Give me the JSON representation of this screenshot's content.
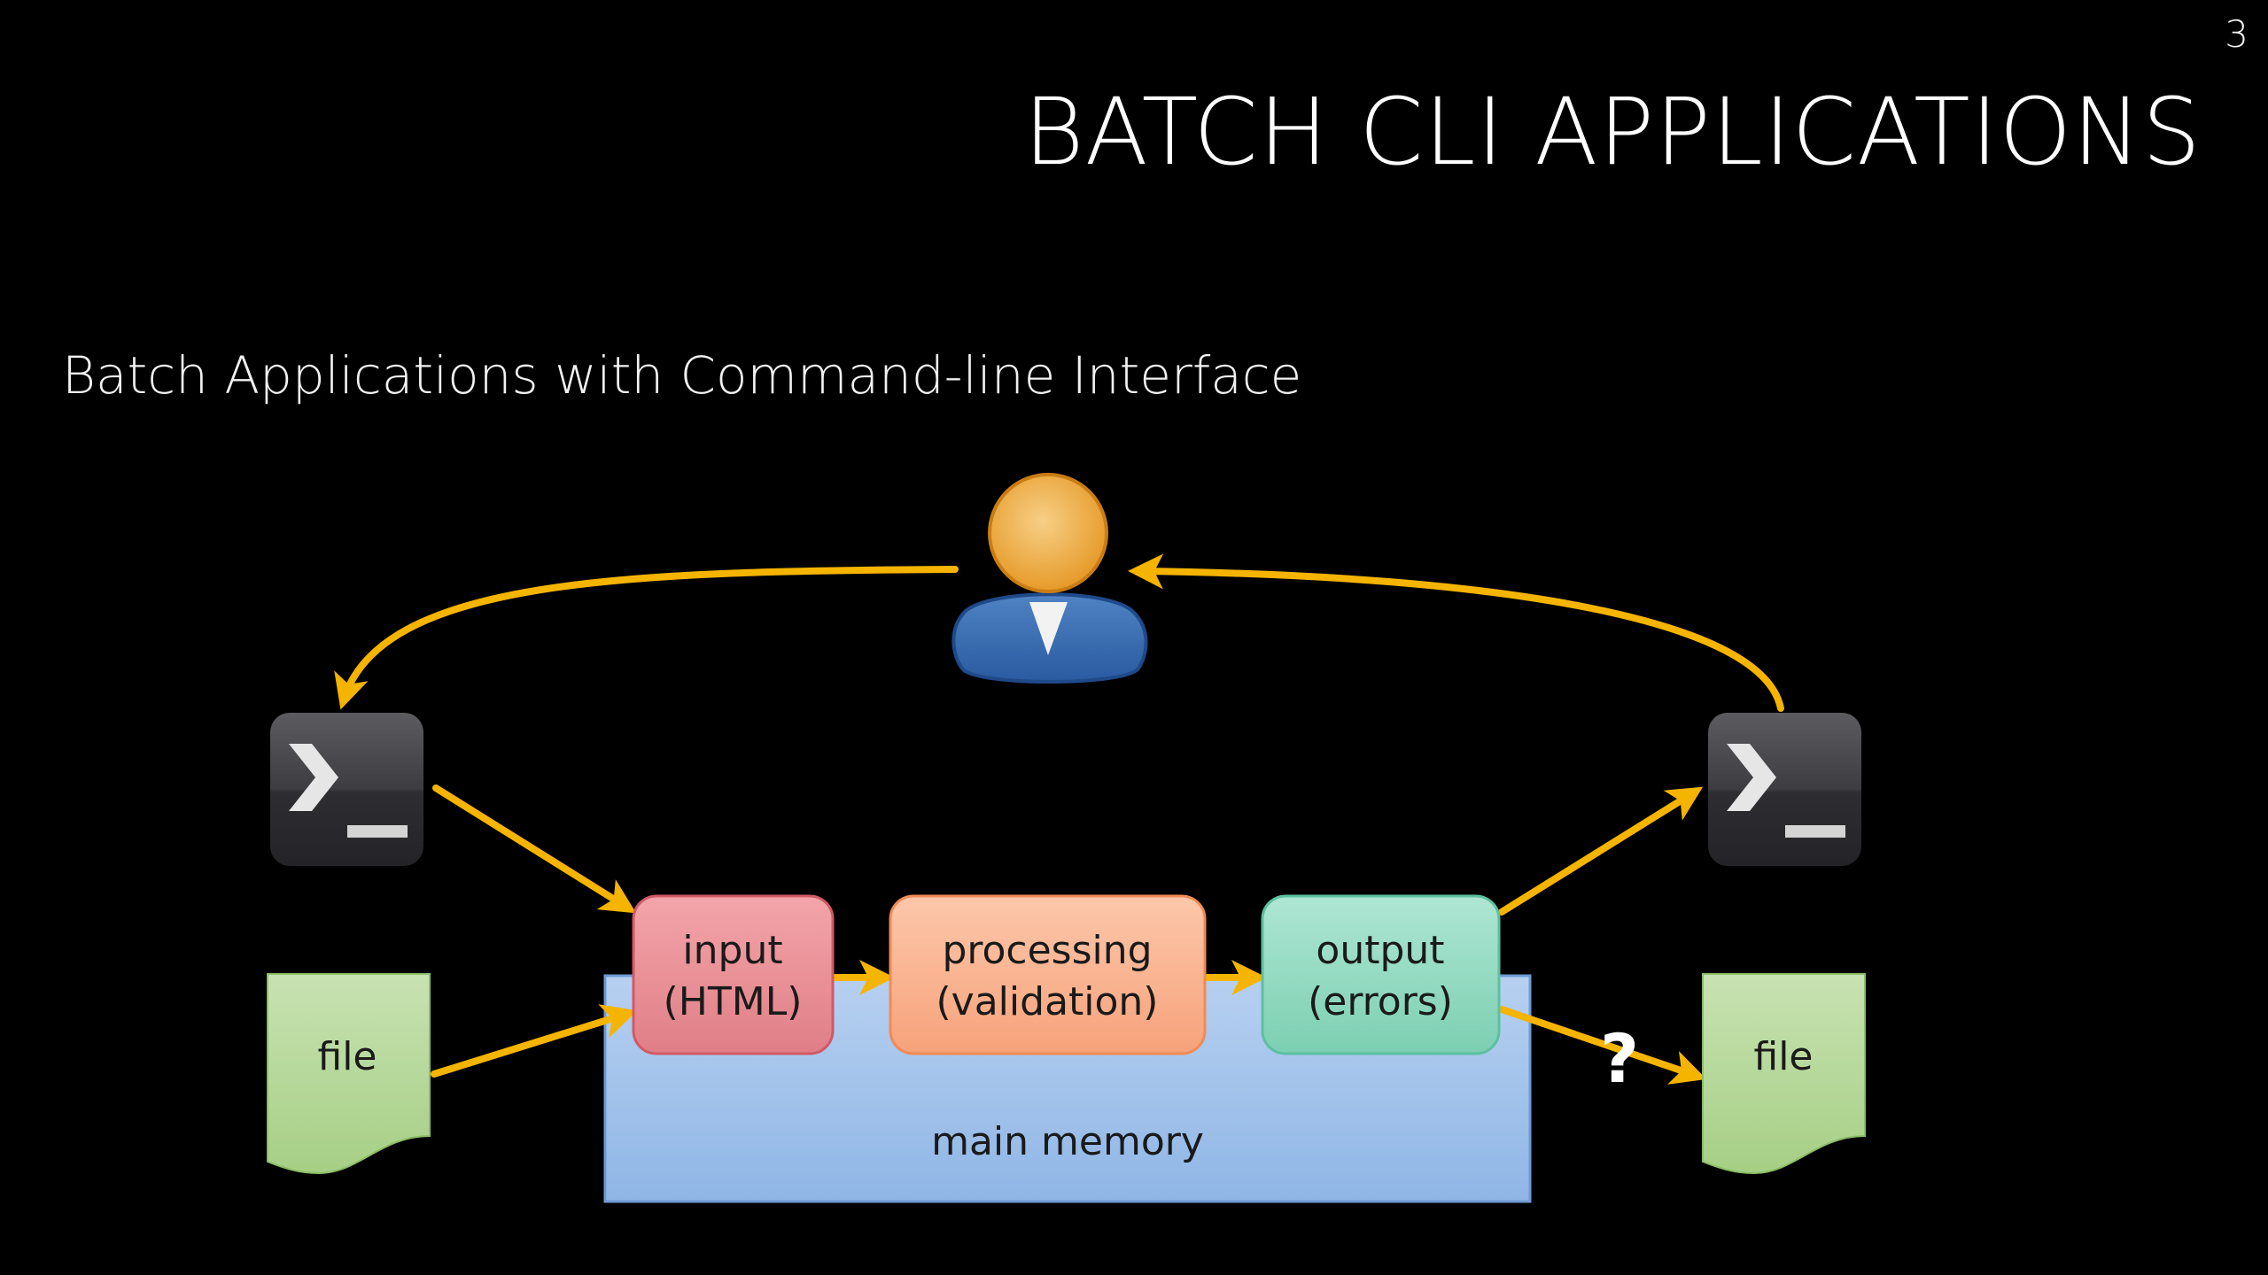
{
  "slide": {
    "page_number": "3",
    "title": "BATCH CLI APPLICATIONS",
    "subtitle": "Batch Applications with Command-line Interface"
  },
  "diagram": {
    "actor": {
      "icon": "user-icon"
    },
    "terminals": [
      {
        "id": "terminal-left",
        "icon": "terminal-icon"
      },
      {
        "id": "terminal-right",
        "icon": "terminal-icon"
      }
    ],
    "files": [
      {
        "id": "file-left",
        "label": "file"
      },
      {
        "id": "file-right",
        "label": "file"
      }
    ],
    "memory": {
      "label": "main memory",
      "color": "#a4c2ea"
    },
    "stages": [
      {
        "id": "input",
        "line1": "input",
        "line2": "(HTML)",
        "color": "#e8898f"
      },
      {
        "id": "processing",
        "line1": "processing",
        "line2": "(validation)",
        "color": "#f9b08a"
      },
      {
        "id": "output",
        "line1": "output",
        "line2": "(errors)",
        "color": "#8fd8bf"
      }
    ],
    "uncertain_marker": "?",
    "arrow_color": "#f5b400"
  }
}
